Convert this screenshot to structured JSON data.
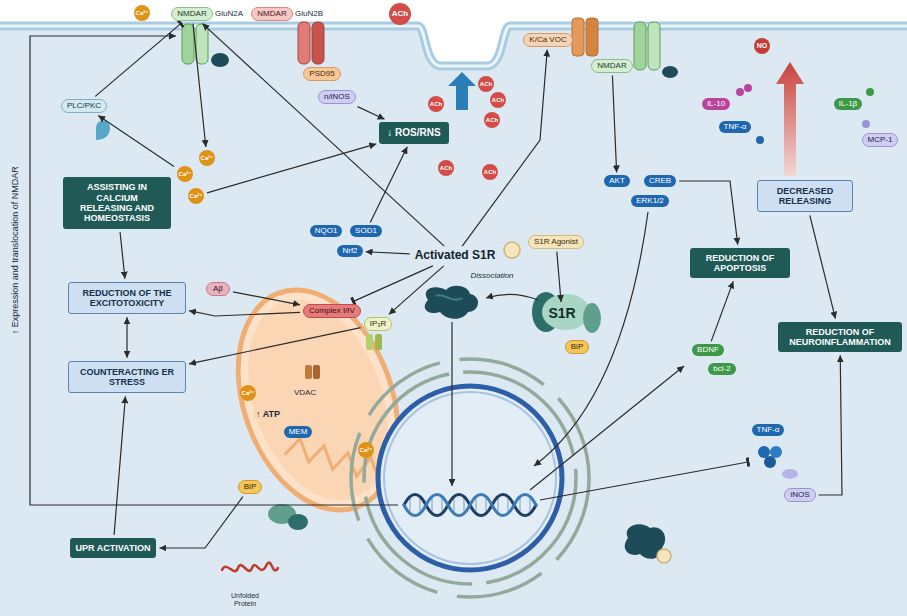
{
  "diagram": {
    "nodes": [
      {
        "text": [
          "Ca²⁺"
        ]
      },
      {
        "text": [
          "NMDAR"
        ]
      },
      {
        "text": [
          "NMDAR"
        ]
      },
      {
        "text": [
          "ACh"
        ]
      },
      {
        "text": [
          "K/Ca VOC"
        ]
      },
      {
        "text": [
          "NO"
        ]
      },
      {
        "text": [
          "NMDAR"
        ]
      },
      {
        "text": [
          "ACh"
        ]
      },
      {
        "text": [
          "ACh"
        ]
      },
      {
        "text": [
          "PSD95"
        ]
      },
      {
        "text": [
          "n/iNOS"
        ]
      },
      {
        "text": [
          "PLC/PKC"
        ]
      },
      {
        "text": [
          "IL-10"
        ]
      },
      {
        "text": [
          "IL-1β"
        ]
      },
      {
        "text": [
          "ACh"
        ]
      },
      {
        "text": [
          "ACh"
        ]
      },
      {
        "text": [
          "TNF-α"
        ]
      },
      {
        "text": [
          "MCP-1"
        ]
      },
      {
        "text": [
          "↓ ROS/RNS"
        ]
      },
      {
        "text": [
          "Ca²⁺"
        ]
      },
      {
        "text": [
          "ACh"
        ]
      },
      {
        "text": [
          "ACh"
        ]
      },
      {
        "text": [
          "Ca²⁺"
        ]
      },
      {
        "text": [
          "AKT"
        ]
      },
      {
        "text": [
          "CREB"
        ]
      },
      {
        "text": [
          "ASSISTING IN CALCIUM RELEASING AND HOMEOSTASIS"
        ]
      },
      {
        "text": [
          "Ca²⁺"
        ]
      },
      {
        "text": [
          "DECREASED RELEASING"
        ]
      },
      {
        "text": [
          "ERK1/2"
        ]
      },
      {
        "text": [
          "NQO1"
        ]
      },
      {
        "text": [
          "SOD1"
        ]
      },
      {
        "text": [
          "S1R Agonist"
        ]
      },
      {
        "text": [
          "Nrf2"
        ]
      },
      {
        "text": [
          "Activated S1R"
        ]
      },
      {
        "text": [
          "REDUCTION OF APOPTOSIS"
        ]
      },
      {
        "text": [
          "Aβ"
        ]
      },
      {
        "text": [
          "REDUCTION OF THE EXCITOTOXICITY"
        ]
      },
      {
        "text": [
          "Complex I/IV"
        ]
      },
      {
        "text": [
          "S1R"
        ]
      },
      {
        "text": [
          "IP₃R"
        ]
      },
      {
        "text": [
          "REDUCTION OF NEUROINFLAMMATION"
        ]
      },
      {
        "text": [
          "BiP"
        ]
      },
      {
        "text": [
          "BDNF"
        ]
      },
      {
        "text": [
          "bcl-2"
        ]
      },
      {
        "text": [
          "COUNTERACTING ER STRESS"
        ]
      },
      {
        "text": [
          "Ca²⁺"
        ]
      },
      {
        "text": [
          "TNF-α"
        ]
      },
      {
        "text": [
          "MEM"
        ]
      },
      {
        "text": [
          "Ca²⁺"
        ]
      },
      {
        "text": [
          "BiP"
        ]
      },
      {
        "text": [
          "iNOS"
        ]
      },
      {
        "text": [
          "UPR ACTIVATION"
        ]
      }
    ],
    "edges": [
      {
        "from": 25,
        "to": 36,
        "arrow": "to"
      },
      {
        "from": 36,
        "to": 44,
        "arrow": "both"
      },
      {
        "from": 51,
        "to": 44,
        "arrow": "to"
      },
      {
        "from": 49,
        "to": 51,
        "arrow": "to"
      },
      {
        "from": 37,
        "to": 36,
        "arrow": "to"
      },
      {
        "from": 39,
        "to": 44,
        "arrow": "to"
      },
      {
        "from": 35,
        "to": 37,
        "arrow": "to"
      },
      {
        "from": 33,
        "to": 37,
        "arrow": "to"
      },
      {
        "from": 33,
        "to": 39,
        "arrow": "to"
      },
      {
        "from": 11,
        "to": 1,
        "arrow": "to"
      },
      {
        "from": 1,
        "to": 19,
        "arrow": "to"
      },
      {
        "from": 22,
        "to": 11,
        "arrow": "to"
      },
      {
        "from": 26,
        "to": 18,
        "arrow": "to"
      },
      {
        "from": 10,
        "to": 18,
        "arrow": "to"
      },
      {
        "from": 30,
        "to": 18,
        "arrow": "to"
      },
      {
        "from": 33,
        "to": 4,
        "arrow": "to"
      },
      {
        "from": 6,
        "to": 23,
        "arrow": "to"
      },
      {
        "from": 33,
        "to": 32,
        "arrow": "to"
      },
      {
        "from": 33,
        "to": 1,
        "arrow": "to"
      },
      {
        "from": 24,
        "to": 34,
        "arrow": "to"
      },
      {
        "from": 42,
        "to": 34,
        "arrow": "to"
      },
      {
        "from": 31,
        "to": 38,
        "arrow": "to"
      },
      {
        "from": 27,
        "to": 40,
        "arrow": "to"
      },
      {
        "from": 50,
        "to": 40,
        "arrow": "to"
      }
    ],
    "labels": [
      "GluN2A",
      "GluN2B",
      "Dissociation",
      "VDAC",
      "↑ ATP",
      "Unfolded Protein",
      "↑ Expression and translocation of NMDAR"
    ]
  }
}
